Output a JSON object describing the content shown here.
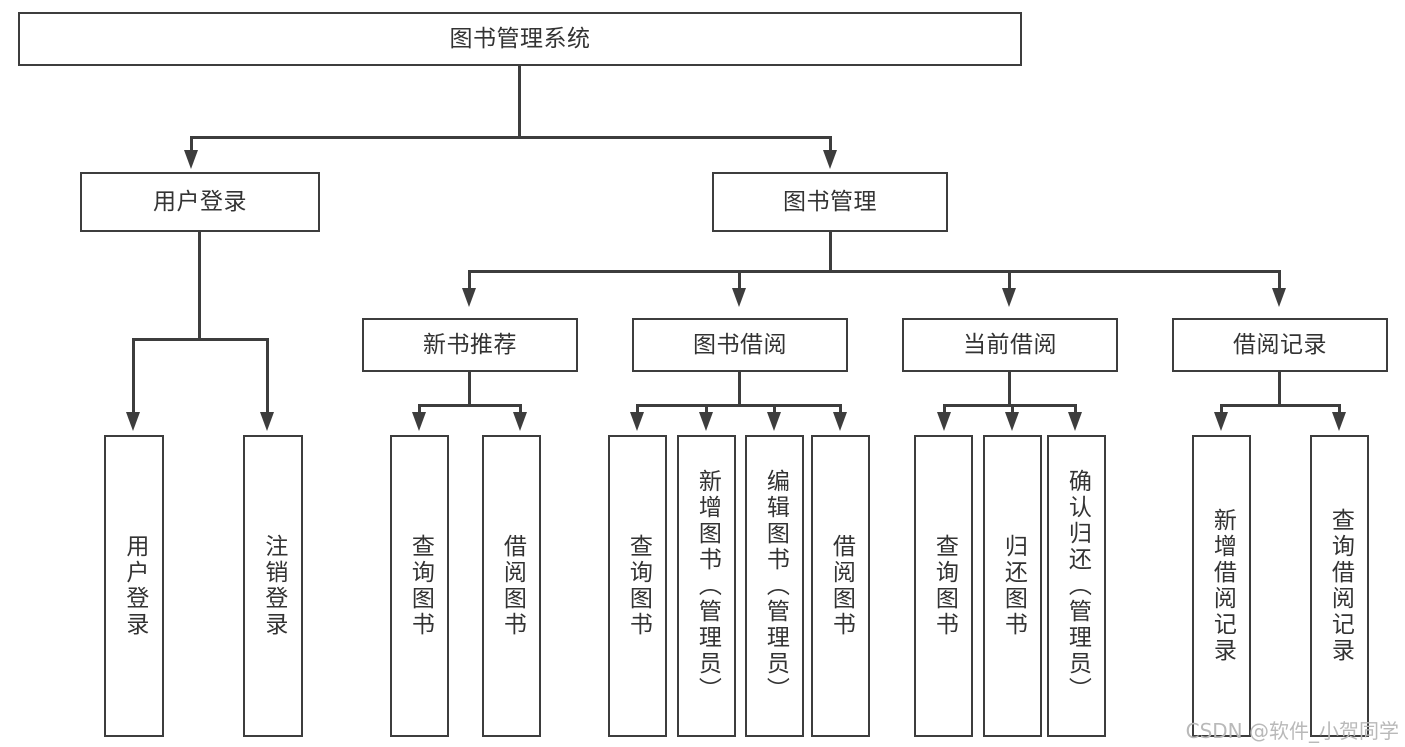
{
  "diagram": {
    "title": "图书管理系统",
    "type": "功能结构图",
    "watermark": "CSDN @软件_小贺同学",
    "stroke_color": "#3d3d3d",
    "text_color": "#333333",
    "background_color": "#ffffff",
    "watermark_color": "#b9b9b9"
  },
  "nodes": {
    "root": {
      "label": "图书管理系统"
    },
    "level2": [
      {
        "label": "用户登录"
      },
      {
        "label": "图书管理"
      }
    ],
    "level3": [
      {
        "label": "新书推荐"
      },
      {
        "label": "图书借阅"
      },
      {
        "label": "当前借阅"
      },
      {
        "label": "借阅记录"
      }
    ],
    "leaves": {
      "user_login": [
        {
          "label": "用户登录"
        },
        {
          "label": "注销登录"
        }
      ],
      "new_book_recommend": [
        {
          "label": "查询图书"
        },
        {
          "label": "借阅图书"
        }
      ],
      "book_borrow": [
        {
          "label": "查询图书"
        },
        {
          "label": "新增图书（管理员）"
        },
        {
          "label": "编辑图书（管理员）"
        },
        {
          "label": "借阅图书"
        }
      ],
      "current_borrow": [
        {
          "label": "查询图书"
        },
        {
          "label": "归还图书"
        },
        {
          "label": "确认归还（管理员）"
        }
      ],
      "borrow_record": [
        {
          "label": "新增借阅记录"
        },
        {
          "label": "查询借阅记录"
        }
      ]
    }
  }
}
